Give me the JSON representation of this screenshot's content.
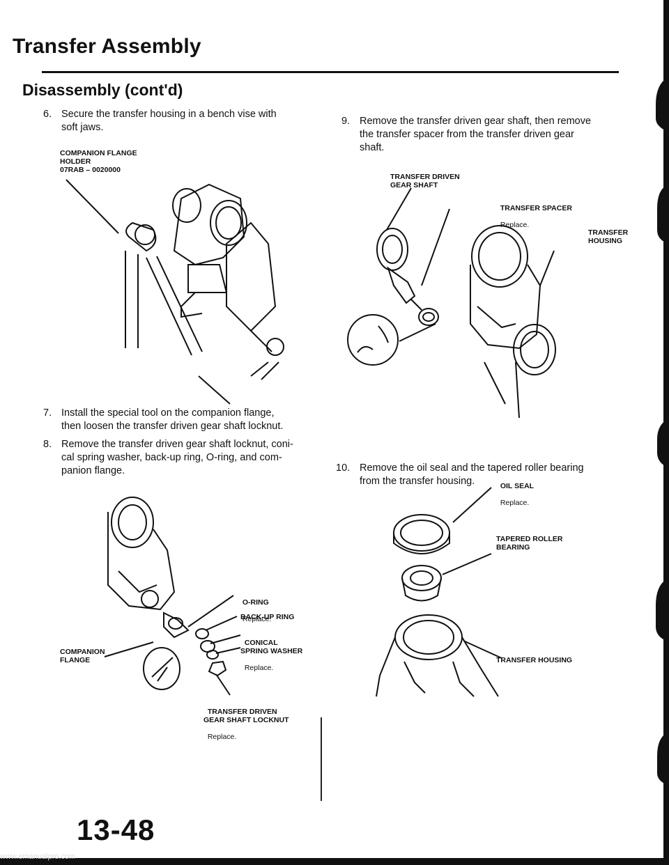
{
  "header": {
    "title": "Transfer Assembly",
    "subtitle": "Disassembly (cont'd)"
  },
  "steps": [
    {
      "num": "6.",
      "text": "Secure the transfer housing in a bench vise with\nsoft jaws."
    },
    {
      "num": "7.",
      "text": "Install the special tool on the companion flange,\nthen loosen the transfer driven gear shaft locknut."
    },
    {
      "num": "8.",
      "text": "Remove the transfer driven gear shaft locknut, coni-\ncal spring washer, back-up ring, O-ring, and com-\npanion flange."
    },
    {
      "num": "9.",
      "text": "Remove the transfer driven gear shaft, then remove\nthe transfer spacer from the transfer driven gear\nshaft."
    },
    {
      "num": "10.",
      "text": "Remove the oil seal and the tapered roller bearing\nfrom the transfer housing."
    }
  ],
  "labels": {
    "fig1_tool": "COMPANION FLANGE\nHOLDER\n07RAB – 0020000",
    "fig2_oring": "O-RING",
    "fig2_oring_note": "Replace.",
    "fig2_backup": "BACK-UP RING",
    "fig2_conical": "CONICAL\nSPRING WASHER",
    "fig2_conical_note": "Replace.",
    "fig2_flange": "COMPANION\nFLANGE",
    "fig2_locknut": "TRANSFER DRIVEN\nGEAR SHAFT LOCKNUT",
    "fig2_locknut_note": "Replace.",
    "fig3_shaft": "TRANSFER DRIVEN\nGEAR SHAFT",
    "fig3_spacer": "TRANSFER SPACER",
    "fig3_spacer_note": "Replace.",
    "fig3_housing": "TRANSFER\nHOUSING",
    "fig4_seal": "OIL SEAL",
    "fig4_seal_note": "Replace.",
    "fig4_bearing": "TAPERED ROLLER\nBEARING",
    "fig4_housing": "TRANSFER HOUSING"
  },
  "footer": {
    "page_number": "13-48",
    "url": "www.emanualpro.com"
  }
}
